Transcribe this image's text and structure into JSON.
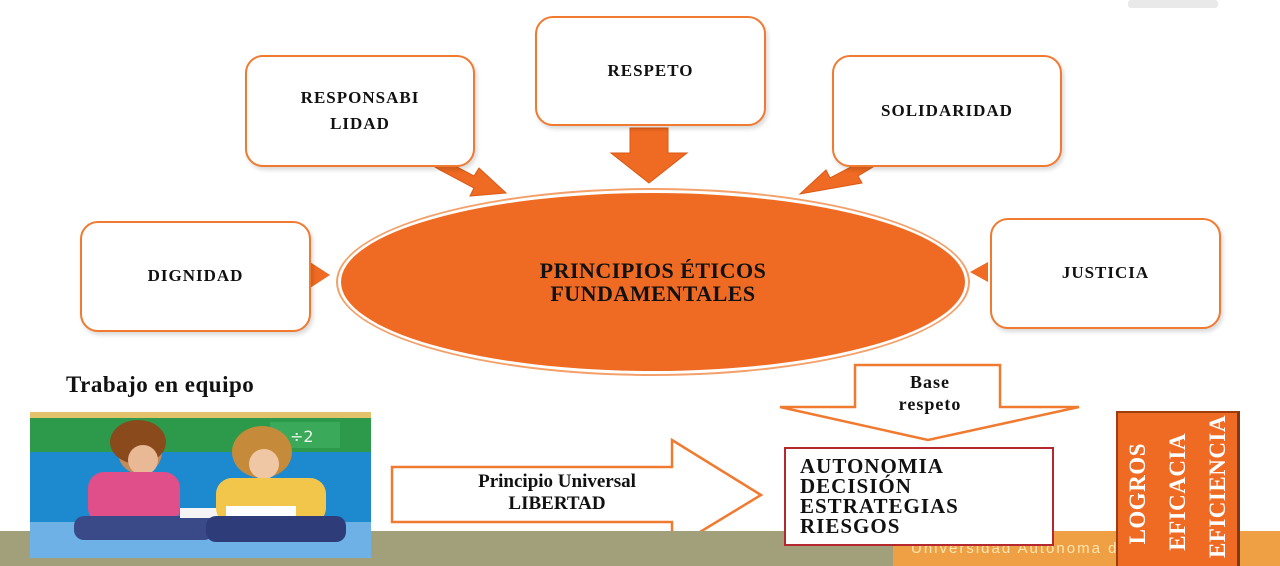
{
  "diagram": {
    "center": [
      "PRINCIPIOS ÉTICOS",
      "FUNDAMENTALES"
    ],
    "principles": {
      "responsabilidad": [
        "RESPONSABI",
        "LIDAD"
      ],
      "respeto": "RESPETO",
      "solidaridad": "SOLIDARIDAD",
      "dignidad": "DIGNIDAD",
      "justicia": "JUSTICIA"
    }
  },
  "bottom": {
    "team_title": "Trabajo en equipo",
    "base_arrow": [
      "Base",
      "respeto"
    ],
    "principle_arrow": [
      "Principio Universal",
      "LIBERTAD"
    ],
    "outcomes": [
      "AUTONOMIA",
      "DECISIÓN",
      "ESTRATEGIAS",
      "RIESGOS"
    ],
    "vertical": [
      "LOGROS",
      "EFICACIA",
      "EFICIENCIA"
    ]
  },
  "footer": {
    "brand": "Universidad Autónoma del Perú"
  },
  "colors": {
    "orange": "#ef6a22",
    "box_border": "#f07a30",
    "footer": "#a2a07b",
    "outcome_border": "#b5282e"
  }
}
